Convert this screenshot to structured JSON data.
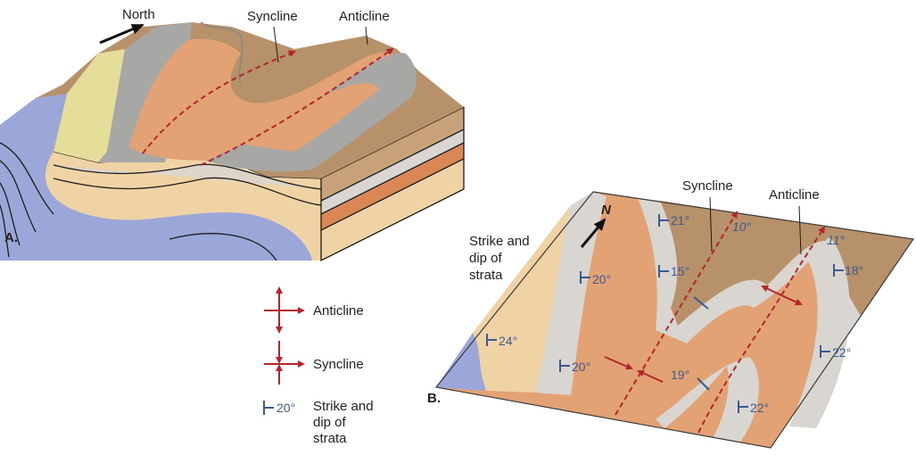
{
  "panel_a": {
    "letter": "A.",
    "north_label": "North",
    "syncline_label": "Syncline",
    "anticline_label": "Anticline"
  },
  "legend": {
    "anticline": "Anticline",
    "syncline": "Syncline",
    "dip_sample": "20°",
    "strike_line1": "Strike and",
    "strike_line2": "dip of",
    "strike_line3": "strata"
  },
  "panel_b": {
    "letter": "B.",
    "north_label": "N",
    "syncline_label": "Syncline",
    "anticline_label": "Anticline",
    "strike_line1": "Strike and",
    "strike_line2": "dip of",
    "strike_line3": "strata",
    "dips": [
      "21°",
      "10°",
      "11°",
      "15°",
      "18°",
      "20°",
      "24°",
      "20°",
      "22°",
      "19°",
      "22°"
    ]
  },
  "colors": {
    "orange": "#e3a273",
    "tan": "#efd3a4",
    "brown": "#b7916a",
    "grey": "#d9d6d2",
    "blue": "#9aa7d8",
    "fold_axis": "#b3262d",
    "dip_symbol": "#3b5a92"
  }
}
